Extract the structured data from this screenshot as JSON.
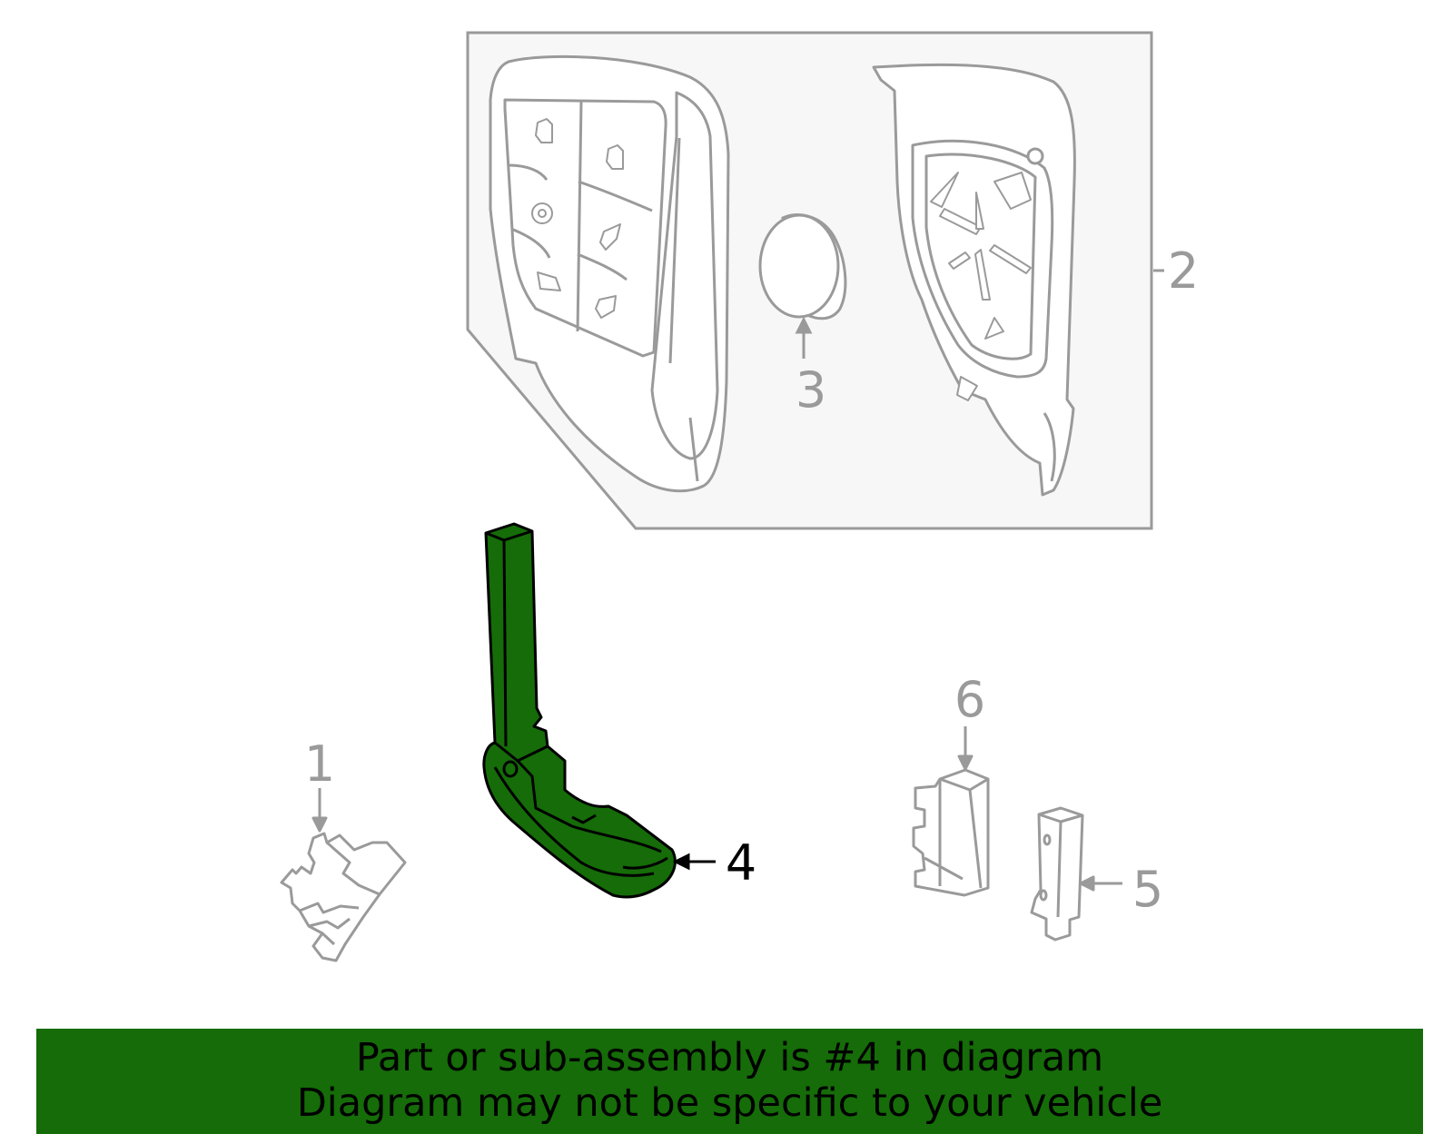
{
  "diagram": {
    "callouts": {
      "part1": "1",
      "part2": "2",
      "part3": "3",
      "part4": "4",
      "part5": "5",
      "part6": "6"
    },
    "highlighted_part": "4",
    "colors": {
      "highlight_fill": "#156c08",
      "line_gray": "#9a9a9a",
      "subassembly_box_fill": "#f7f7f7",
      "banner_background": "#156c08"
    }
  },
  "banner": {
    "line1": "Part or sub-assembly is #4 in diagram",
    "line2": "Diagram may not be specific to your vehicle"
  }
}
